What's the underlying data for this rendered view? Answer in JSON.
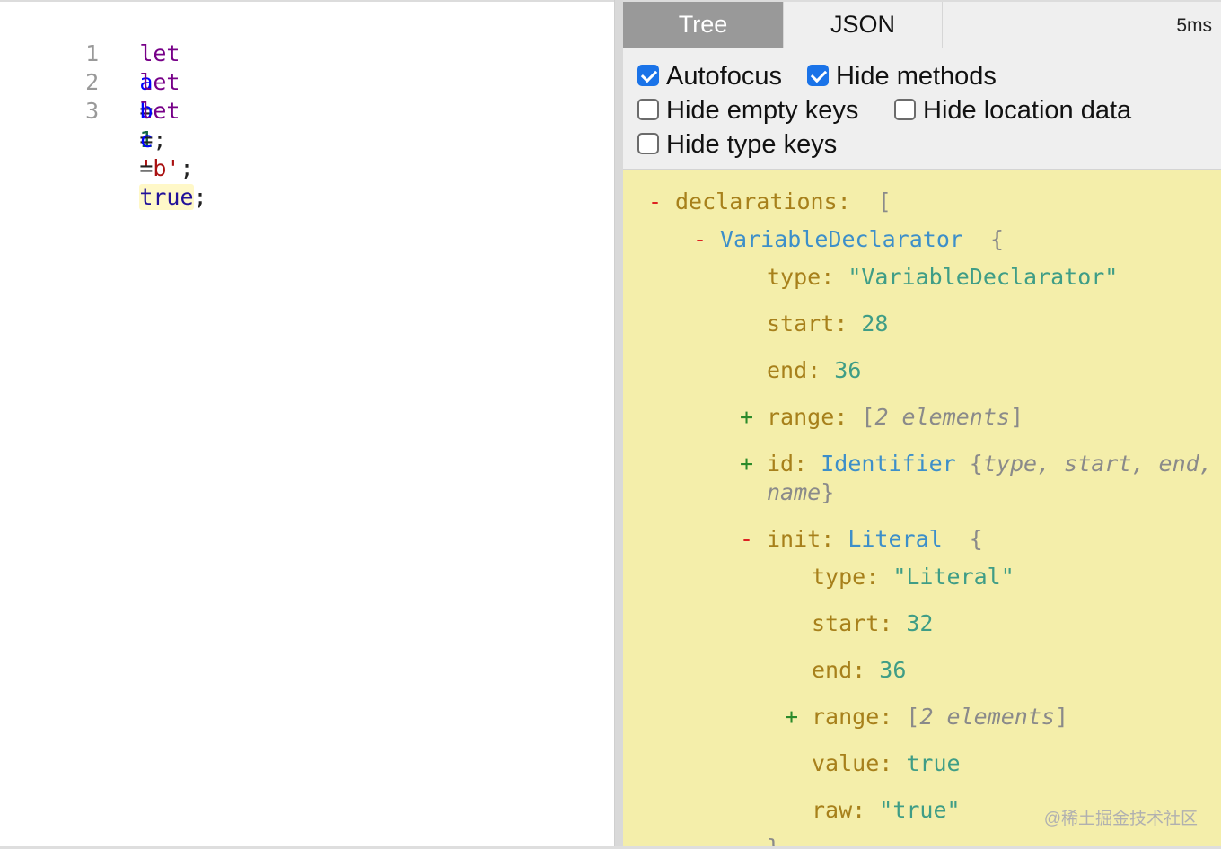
{
  "editor": {
    "lines": [
      {
        "num": "1",
        "kw": "let",
        "name": "a",
        "op": "=",
        "value": "1",
        "end": ";"
      },
      {
        "num": "2",
        "kw": "let",
        "name": "b",
        "op": "=",
        "value": "'b'",
        "end": ";"
      },
      {
        "num": "3",
        "kw": "let",
        "name": "c",
        "op": "=",
        "value": "true",
        "end": ";"
      }
    ]
  },
  "output": {
    "tabs": [
      {
        "label": "Tree"
      },
      {
        "label": "JSON"
      }
    ],
    "time": "5ms",
    "options": [
      {
        "label": "Autofocus",
        "checked": true
      },
      {
        "label": "Hide methods",
        "checked": true
      },
      {
        "label": "Hide empty keys",
        "checked": false
      },
      {
        "label": "Hide location data",
        "checked": false
      },
      {
        "label": "Hide type keys",
        "checked": false
      }
    ]
  },
  "tree": {
    "declarations_key": "declarations",
    "open_bracket": "[",
    "declarator_type": "VariableDeclarator",
    "open_brace": "{",
    "type_key": "type",
    "type_value": "\"VariableDeclarator\"",
    "start_key": "start",
    "start_value": "28",
    "end_key": "end",
    "end_value": "36",
    "range_key": "range",
    "range_summary": "2 elements",
    "id_key": "id",
    "id_type": "Identifier",
    "id_summary_1": "type, start, end,",
    "id_summary_2": "name",
    "init_key": "init",
    "init_type": "Literal",
    "init_type_key": "type",
    "init_type_value": "\"Literal\"",
    "init_start_key": "start",
    "init_start_value": "32",
    "init_end_key": "end",
    "init_end_value": "36",
    "init_range_key": "range",
    "init_range_summary": "2 elements",
    "value_key": "value",
    "value_value": "true",
    "raw_key": "raw",
    "raw_value": "\"true\"",
    "close_brace": "}"
  },
  "toggles": {
    "minus": "-",
    "plus": "+"
  },
  "watermark": "@稀土掘金技术社区",
  "colors": {
    "tree_bg": "#f4eeaa",
    "tab_active_bg": "#999999",
    "checkbox_on": "#1a73e8",
    "key": "#a7801b",
    "node_type": "#3d8fc9",
    "value": "#3f9d86"
  }
}
